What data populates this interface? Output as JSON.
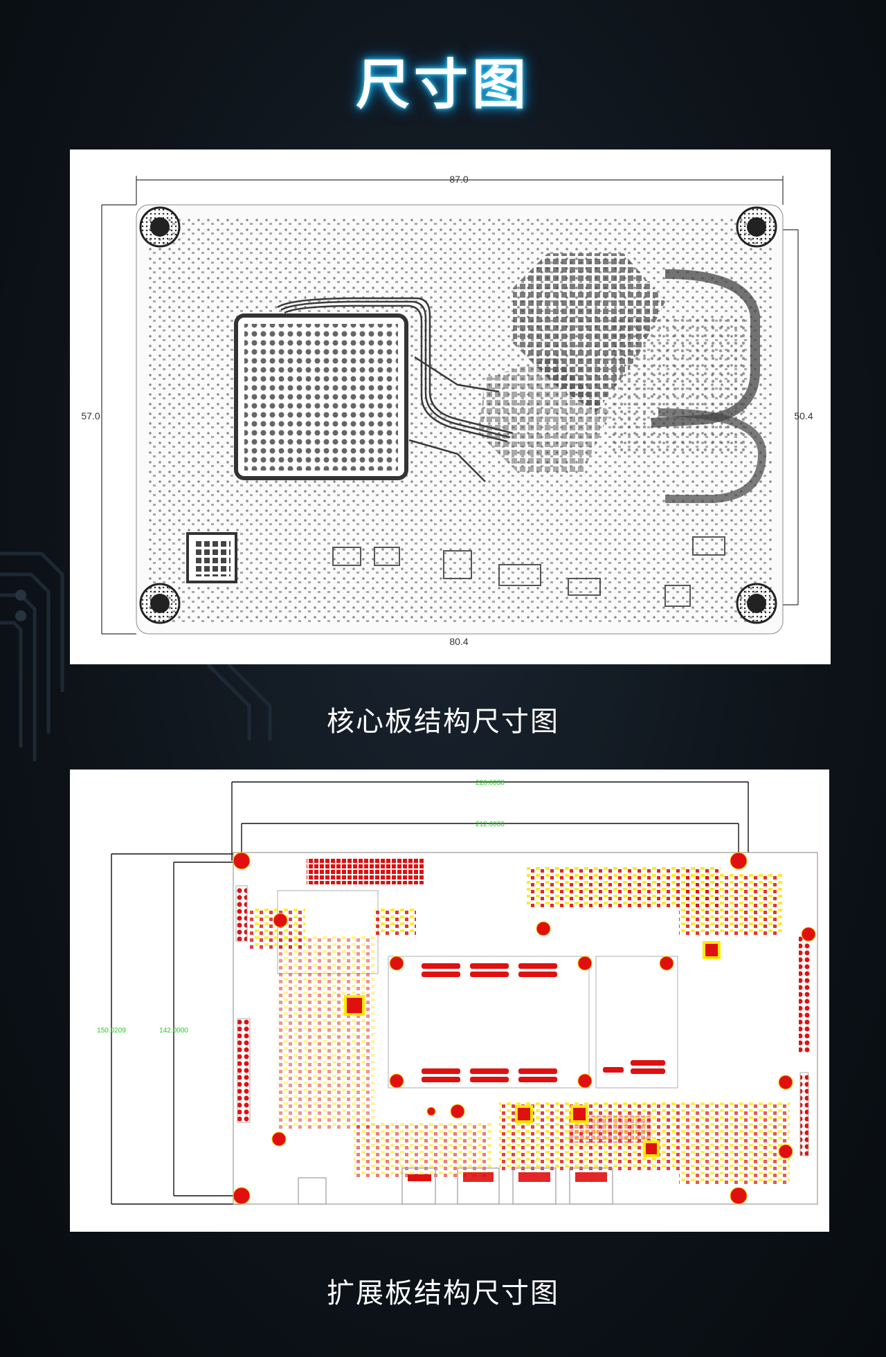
{
  "title": "尺寸图",
  "core_board": {
    "caption": "核心板结构尺寸图",
    "dims": {
      "top": "87.0",
      "bottom": "80.4",
      "left": "57.0",
      "right": "50.4"
    }
  },
  "expansion_board": {
    "caption": "扩展板结构尺寸图",
    "dims": {
      "top_outer": "220.0038",
      "top_inner": "212.0000",
      "left_outer": "150.0209",
      "left_inner": "142.0000"
    }
  },
  "colors": {
    "glow": "#3fd8ff",
    "dim_green": "#22cc22",
    "pad_red": "#e01010",
    "pad_yellow": "#ffe800",
    "trace_dark": "#3a3a3a"
  }
}
